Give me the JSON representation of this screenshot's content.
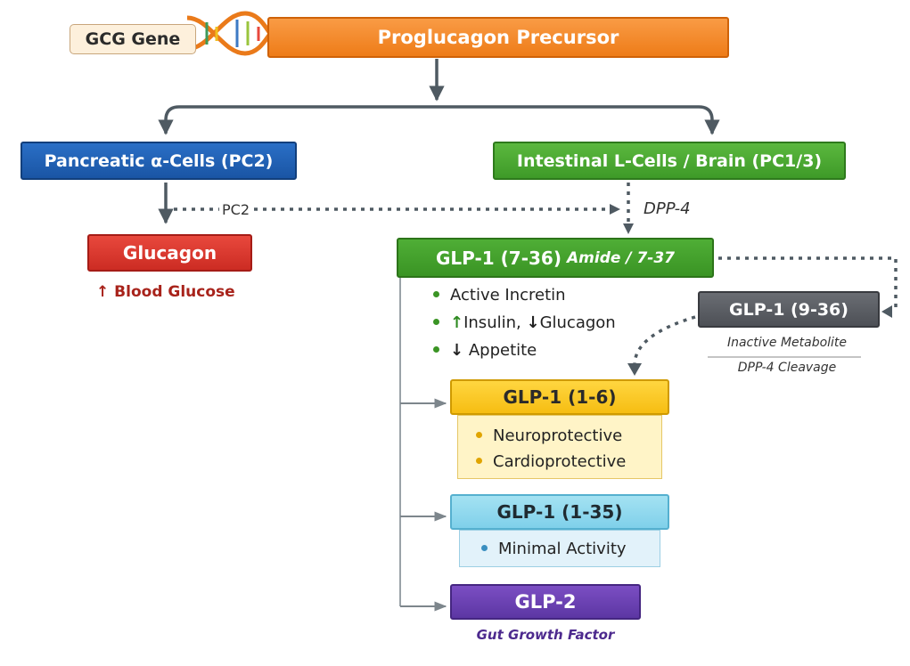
{
  "gene": {
    "label": "GCG Gene"
  },
  "precursor": {
    "label": "Proglucagon Precursor"
  },
  "alpha_cells": {
    "label": "Pancreatic α-Cells (PC2)"
  },
  "l_cells": {
    "label": "Intestinal L-Cells / Brain (PC1/3)"
  },
  "pc2_edge": {
    "label": "PC2"
  },
  "dpp4_edge": {
    "label": "DPP-4"
  },
  "glucagon": {
    "label": "Glucagon",
    "arrow": "↑",
    "effect": "Blood Glucose"
  },
  "glp1_main": {
    "label": "GLP-1 (7-36)",
    "suffix": "Amide / 7-37",
    "bullets": {
      "b1": "Active Incretin",
      "b2_up": "↑",
      "b2_a": "Insulin,",
      "b2_down": "↓",
      "b2_b": "Glucagon",
      "b3_down": "↓",
      "b3": "Appetite"
    }
  },
  "glp1_9_36": {
    "label": "GLP-1 (9-36)",
    "note1": "Inactive Metabolite",
    "note2": "DPP-4 Cleavage"
  },
  "glp1_1_6": {
    "label": "GLP-1 (1-6)",
    "bullet1": "Neuroprotective",
    "bullet2": "Cardioprotective"
  },
  "glp1_1_35": {
    "label": "GLP-1 (1-35)",
    "bullet1": "Minimal Activity"
  },
  "glp2": {
    "label": "GLP-2",
    "note": "Gut Growth Factor"
  },
  "colors": {
    "orange": "#ee7c18",
    "blue": "#1a55a4",
    "green": "#3e9a28",
    "red": "#cc2c23",
    "gray": "#4d5056",
    "yellow": "#f6bd12",
    "light_blue": "#7fd0ea",
    "purple": "#5c36a3",
    "connector": "#4f5a62"
  }
}
